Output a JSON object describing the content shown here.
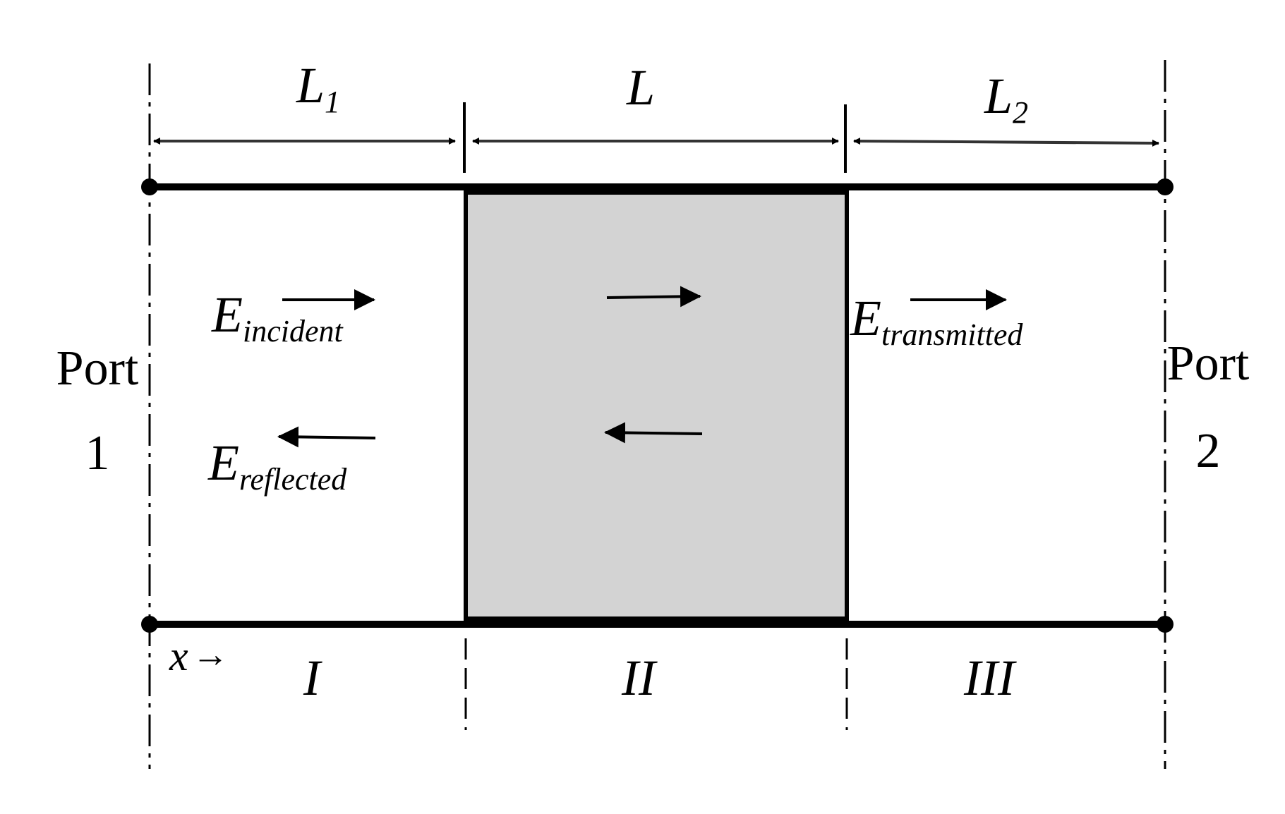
{
  "dimensions": {
    "L1": "L",
    "L1_sub": "1",
    "L": "L",
    "L2": "L",
    "L2_sub": "2"
  },
  "ports": {
    "port1_line1": "Port",
    "port1_line2": "1",
    "port2_line1": "Port",
    "port2_line2": "2"
  },
  "fields": {
    "incident_E": "E",
    "incident_sub": "incident",
    "reflected_E": "E",
    "reflected_sub": "reflected",
    "transmitted_E": "E",
    "transmitted_sub": "transmitted"
  },
  "axis": {
    "x_label": "x",
    "x_arrow": "→"
  },
  "regions": {
    "region1": "I",
    "region2": "II",
    "region3": "III"
  },
  "colors": {
    "sample_fill": "#d3d3d3",
    "line": "#000000"
  }
}
